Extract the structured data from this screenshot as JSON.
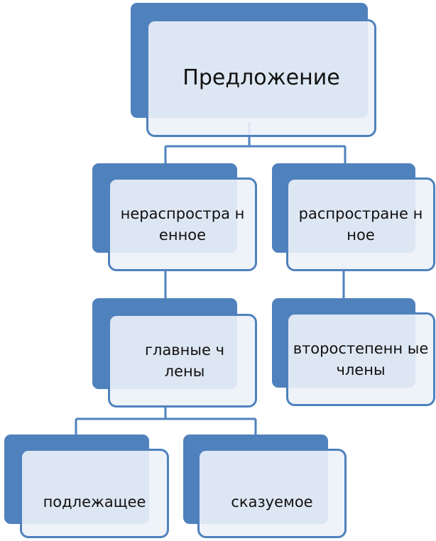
{
  "diagram": {
    "root": {
      "label": "Предложение"
    },
    "level2": [
      {
        "id": "nonextended",
        "label": "нераспростра ненное"
      },
      {
        "id": "extended",
        "label": "распростране нное"
      }
    ],
    "level3": [
      {
        "id": "main-members",
        "label": "главные члены"
      },
      {
        "id": "secondary-members",
        "label": "второстепенн ые члены"
      }
    ],
    "level4": [
      {
        "id": "subject",
        "label": "подлежащее"
      },
      {
        "id": "predicate",
        "label": "сказуемое"
      }
    ],
    "colors": {
      "accent": "#4f81bd",
      "box_fill": "#ecf1f8",
      "text": "#111111",
      "connector": "#4f81bd"
    }
  }
}
